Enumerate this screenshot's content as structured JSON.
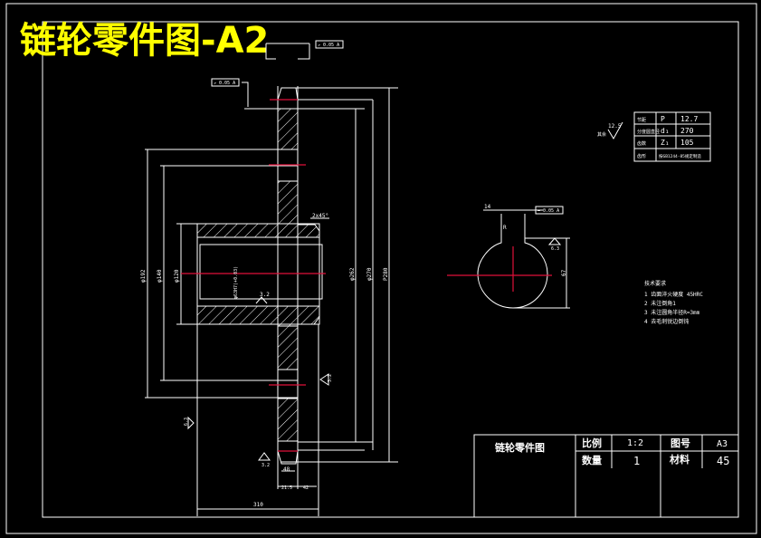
{
  "drawing_title": "链轮零件图-A2",
  "colors": {
    "background": "#000000",
    "line": "#ffffff",
    "centerline": "#e0103a",
    "title": "#ffff00"
  },
  "section_view": {
    "dimensions": {
      "d_192": "φ192",
      "d_140": "φ140",
      "d_120": "φ120",
      "d_262": "φ262",
      "d_270": "φ270",
      "d_280": "P280",
      "bore": "φ63H7(+0.03)",
      "width_total": "310",
      "tooth_width": "48",
      "bottom_left": "21.5",
      "bottom_right": "42",
      "chamfer": "2x45°",
      "top_width_tolerance": "0.05 A"
    },
    "roughness": {
      "bore": "3.2",
      "face_right": "3.2",
      "face_left": "6.3",
      "tooth": "3.2"
    },
    "gdt": {
      "runout_left": "↗ 0.05 A",
      "runout_top": "↗ 0.05 A"
    }
  },
  "keyway_view": {
    "dim_left": "14",
    "keyway_tol": "= 0.05 A",
    "dim_depth": "R",
    "dim_vertical": "67",
    "roughness": "6.3"
  },
  "general_roughness": {
    "value": "12.5",
    "label": "其余"
  },
  "parameter_table": {
    "rows": [
      {
        "label": "节距",
        "symbol": "P",
        "value": "12.7"
      },
      {
        "label": "分度圆直径",
        "symbol": "d₁",
        "value": "270"
      },
      {
        "label": "齿数",
        "symbol": "Z₁",
        "value": "105"
      },
      {
        "label": "齿形",
        "symbol": "",
        "value": "按GB1244-85规定制造"
      }
    ]
  },
  "technical_requirements": {
    "heading": "技术要求",
    "items": [
      "1 齿面淬火硬度 45HRC",
      "2 未注倒角1",
      "3 未注圆角半径R=3mm",
      "4 去毛刺锐边倒钝"
    ]
  },
  "title_block": {
    "part_name": "链轮零件图",
    "scale_label": "比例",
    "scale_value": "1:2",
    "drawing_no_label": "图号",
    "drawing_no_value": "A3",
    "quantity_label": "数量",
    "quantity_value": "1",
    "material_label": "材料",
    "material_value": "45"
  }
}
